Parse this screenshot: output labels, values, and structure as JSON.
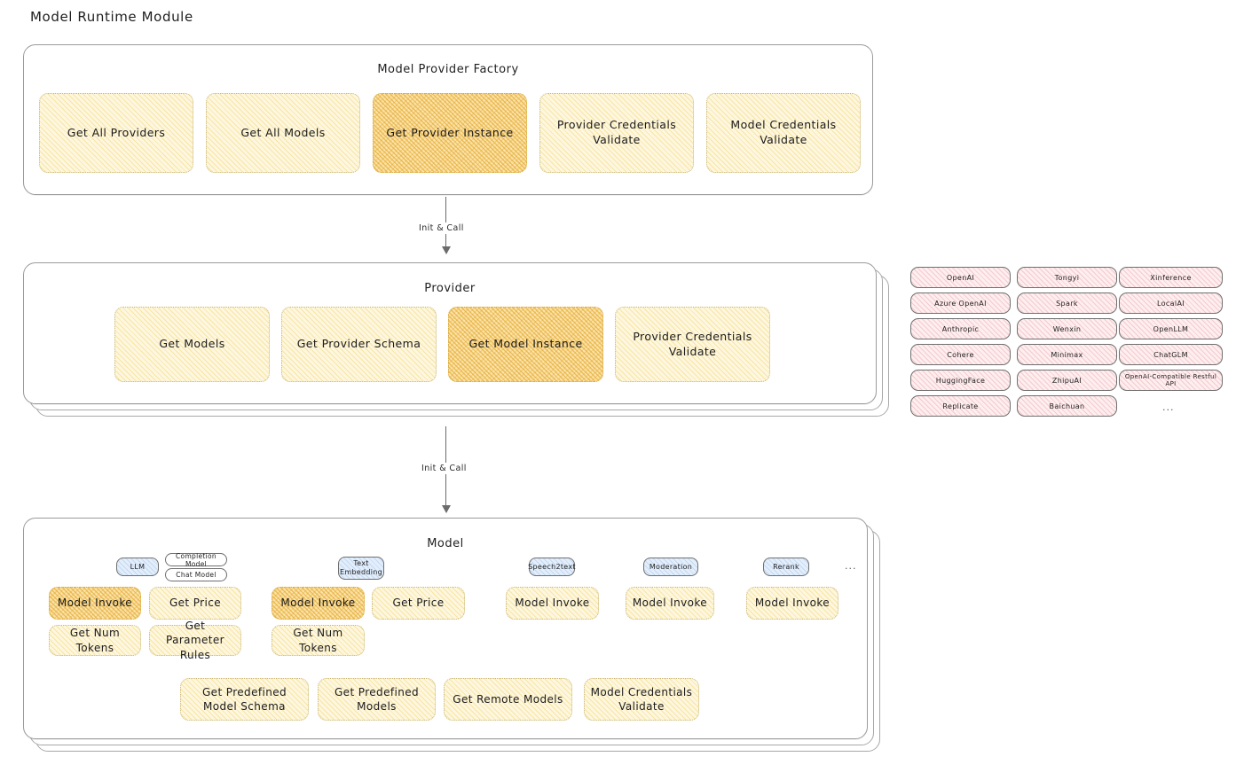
{
  "page": {
    "title": "Model Runtime Module"
  },
  "factory": {
    "title": "Model Provider Factory",
    "boxes": [
      {
        "label": "Get All Providers",
        "highlighted": false
      },
      {
        "label": "Get All Models",
        "highlighted": false
      },
      {
        "label": "Get Provider Instance",
        "highlighted": true
      },
      {
        "label": "Provider Credentials Validate",
        "highlighted": false
      },
      {
        "label": "Model Credentials Validate",
        "highlighted": false
      }
    ]
  },
  "arrows": [
    {
      "label": "Init & Call"
    },
    {
      "label": "Init & Call"
    }
  ],
  "provider": {
    "title": "Provider",
    "boxes": [
      {
        "label": "Get Models",
        "highlighted": false
      },
      {
        "label": "Get Provider Schema",
        "highlighted": false
      },
      {
        "label": "Get Model Instance",
        "highlighted": true
      },
      {
        "label": "Provider Credentials Validate",
        "highlighted": false
      }
    ]
  },
  "provider_list": {
    "columns": [
      {
        "items": [
          "OpenAI",
          "Azure OpenAI",
          "Anthropic",
          "Cohere",
          "HuggingFace",
          "Replicate"
        ]
      },
      {
        "items": [
          "Tongyi",
          "Spark",
          "Wenxin",
          "Minimax",
          "ZhipuAI",
          "Baichuan"
        ]
      },
      {
        "items": [
          "Xinference",
          "LocalAI",
          "OpenLLM",
          "ChatGLM",
          "OpenAI-Compatible Restful API"
        ]
      }
    ],
    "more": "..."
  },
  "model": {
    "title": "Model",
    "more": "...",
    "types": [
      {
        "name": "LLM",
        "two_line": false,
        "sub_chips": [
          "Completion Model",
          "Chat Model"
        ],
        "ops": [
          {
            "label": "Model Invoke",
            "highlighted": true
          },
          {
            "label": "Get Price",
            "highlighted": false
          },
          {
            "label": "Get Num Tokens",
            "highlighted": false
          },
          {
            "label": "Get Parameter Rules",
            "highlighted": false
          }
        ]
      },
      {
        "name": "Text Embedding",
        "two_line": true,
        "sub_chips": [],
        "ops": [
          {
            "label": "Model Invoke",
            "highlighted": true
          },
          {
            "label": "Get Price",
            "highlighted": false
          },
          {
            "label": "Get Num Tokens",
            "highlighted": false
          }
        ]
      },
      {
        "name": "Speech2text",
        "two_line": false,
        "sub_chips": [],
        "ops": [
          {
            "label": "Model Invoke",
            "highlighted": false
          }
        ]
      },
      {
        "name": "Moderation",
        "two_line": false,
        "sub_chips": [],
        "ops": [
          {
            "label": "Model Invoke",
            "highlighted": false
          }
        ]
      },
      {
        "name": "Rerank",
        "two_line": false,
        "sub_chips": [],
        "ops": [
          {
            "label": "Model Invoke",
            "highlighted": false
          }
        ]
      }
    ],
    "common_ops": [
      "Get Predefined Model Schema",
      "Get Predefined Models",
      "Get Remote Models",
      "Model Credentials Validate"
    ]
  },
  "colors": {
    "hatch_yellow": "#fdf7e0",
    "hatch_yellow_highlight": "#fbe3a9",
    "chip_pink": "#fdeeef",
    "chip_blue": "#e3eefb",
    "stroke": "#6f6f6f"
  }
}
